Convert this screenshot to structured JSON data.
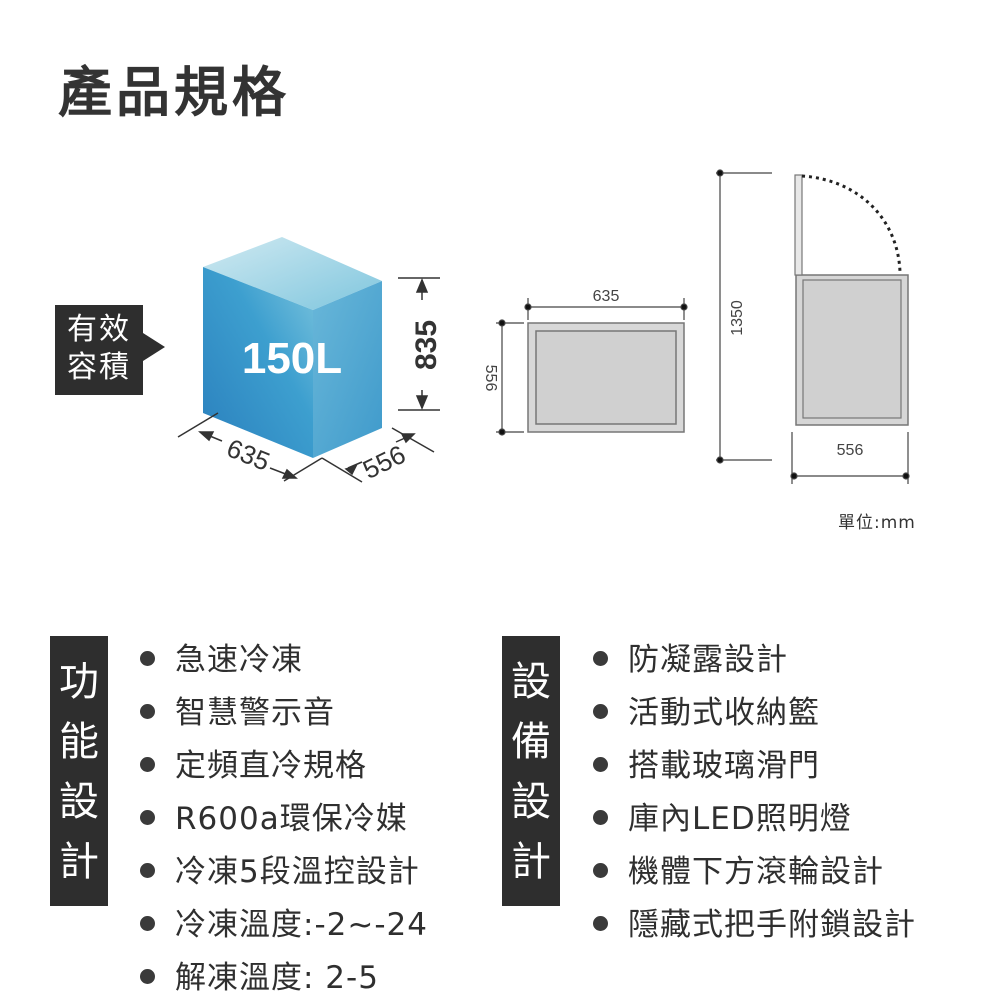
{
  "title": "產品規格",
  "capacity_badge": {
    "line1": "有效",
    "line2": "容積"
  },
  "cube": {
    "volume_label": "150L",
    "height_label": "835",
    "width_label": "635",
    "depth_label": "556"
  },
  "top_view": {
    "width_label": "635",
    "depth_label": "556"
  },
  "side_view": {
    "height_label": "1350",
    "depth_label": "556"
  },
  "unit_note": "單位:mm",
  "colors": {
    "cube_front": "#2f86c0",
    "cube_side": "#3a9ccc",
    "cube_top": "#7fc6de",
    "badge": "#2e2e2e",
    "view_fill": "#d4d4d4"
  },
  "function_section": {
    "label": [
      "功",
      "能",
      "設",
      "計"
    ],
    "items": [
      "急速冷凍",
      "智慧警示音",
      "定頻直冷規格",
      "R600a環保冷媒",
      "冷凍5段溫控設計",
      "冷凍溫度:-2~-24",
      "解凍溫度: 2-5"
    ]
  },
  "design_section": {
    "label": [
      "設",
      "備",
      "設",
      "計"
    ],
    "items": [
      "防凝露設計",
      "活動式收納籃",
      "搭載玻璃滑門",
      "庫內LED照明燈",
      "機體下方滾輪設計",
      "隱藏式把手附鎖設計"
    ]
  }
}
